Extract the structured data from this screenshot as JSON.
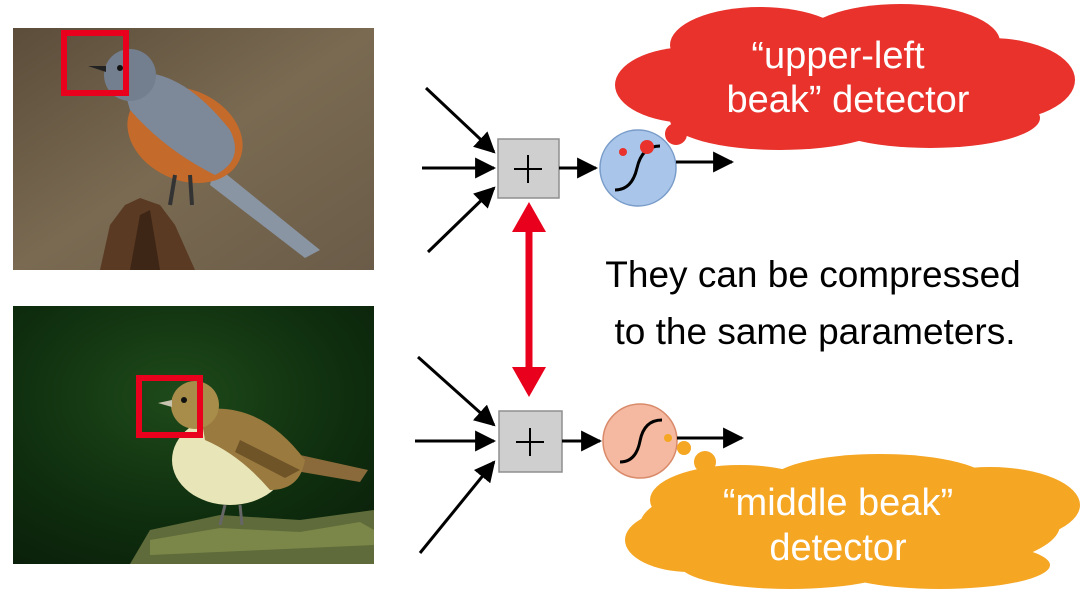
{
  "slide": {
    "background": "#ffffff",
    "top_bubble": {
      "line1": "“upper-left",
      "line2": "beak” detector",
      "color": "#e8322b",
      "text_color": "#ffffff"
    },
    "bottom_bubble": {
      "line1": "“middle beak”",
      "line2": "detector",
      "color": "#f5a623",
      "text_color": "#ffffff"
    },
    "caption": {
      "line1": "They can be compressed",
      "line2": "to the same parameters.",
      "color": "#000000"
    },
    "sum_node_symbol": "+",
    "sum_node_color": "#cfcfcf",
    "top_neuron_color": "#a9c6ea",
    "bottom_neuron_color": "#f4b9a0",
    "double_arrow_color": "#e8001c",
    "highlight_box_color": "#e8001c",
    "icons": {
      "top_photo": "bird-photo-grey-orange",
      "bottom_photo": "bird-photo-olive-yellow",
      "top_activation": "sigmoid-icon",
      "bottom_activation": "sigmoid-icon"
    }
  }
}
